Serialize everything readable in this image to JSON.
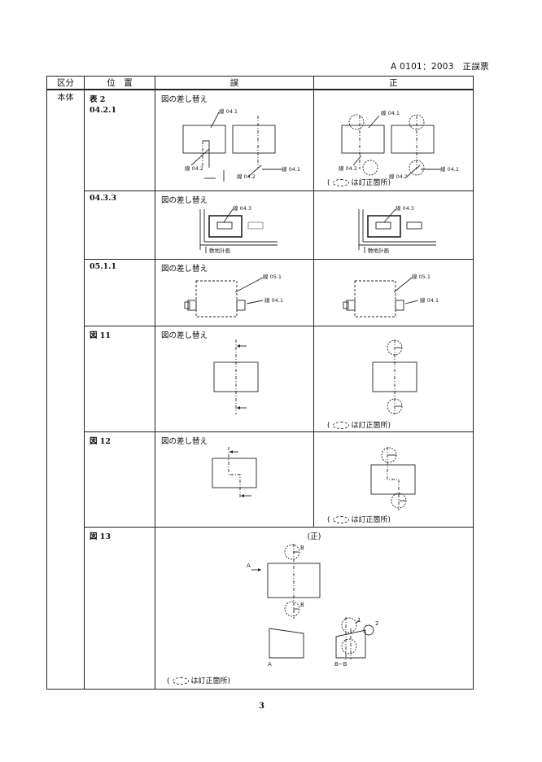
{
  "header": {
    "code": "A 0101：2003　正誤票"
  },
  "table": {
    "columns": [
      "区分",
      "位　置",
      "誤",
      "正"
    ],
    "category": "本体",
    "rows": [
      {
        "location_main": "表 2",
        "location_sub": "04.2.1",
        "error_title": "図の差し替え",
        "note": true
      },
      {
        "location_main": "",
        "location_sub": "04.3.3",
        "error_title": "図の差し替え",
        "note": false
      },
      {
        "location_main": "",
        "location_sub": "05.1.1",
        "error_title": "図の差し替え",
        "note": false
      },
      {
        "location_main": "図 11",
        "location_sub": "",
        "error_title": "図の差し替え",
        "note": true
      },
      {
        "location_main": "図 12",
        "location_sub": "",
        "error_title": "図の差し替え",
        "note": true
      },
      {
        "location_main": "図 13",
        "location_sub": "",
        "error_title": "",
        "note": true
      }
    ],
    "fig13_heading": "(正)"
  },
  "labels": {
    "line_041": "線 04.1",
    "line_042": "線 04.2",
    "line_043": "線 04.3",
    "line_051": "線 05.1",
    "site_plan_err": "敷地計画",
    "site_plan_cor": "敷地計画",
    "section_a": "A",
    "section_b": "B",
    "section_bb": "B−B",
    "detail_1": "1",
    "detail_2": "2"
  },
  "note_text": {
    "open": "(",
    "text": "は訂正箇所)"
  },
  "page_number": "3"
}
